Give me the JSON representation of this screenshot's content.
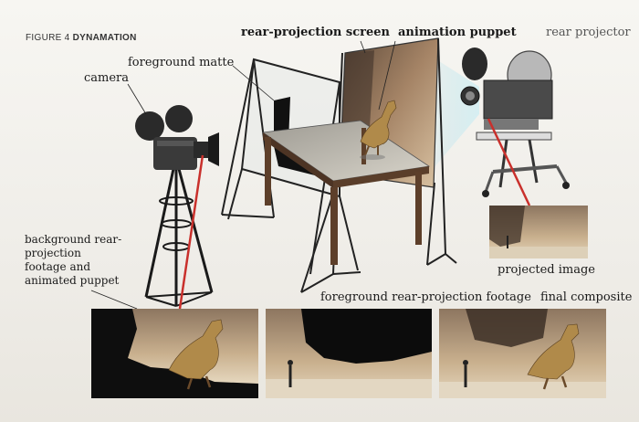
{
  "figure": {
    "number_label": "FIGURE 4",
    "title": "DYNAMATION"
  },
  "labels": {
    "rear_screen": "rear-projection screen",
    "puppet": "animation puppet",
    "rear_projector": "rear projector",
    "camera": "camera",
    "foreground_matte": "foreground matte",
    "projected_image": "projected image",
    "background_caption": "background rear-projection footage and animated puppet",
    "fg_footage": "foreground rear-projection footage",
    "final_composite": "final composite"
  },
  "colors": {
    "beam": "#c9302c",
    "rock": "#8a6d52",
    "dinosaur": "#b08a4a",
    "table": "#6a4a32"
  }
}
